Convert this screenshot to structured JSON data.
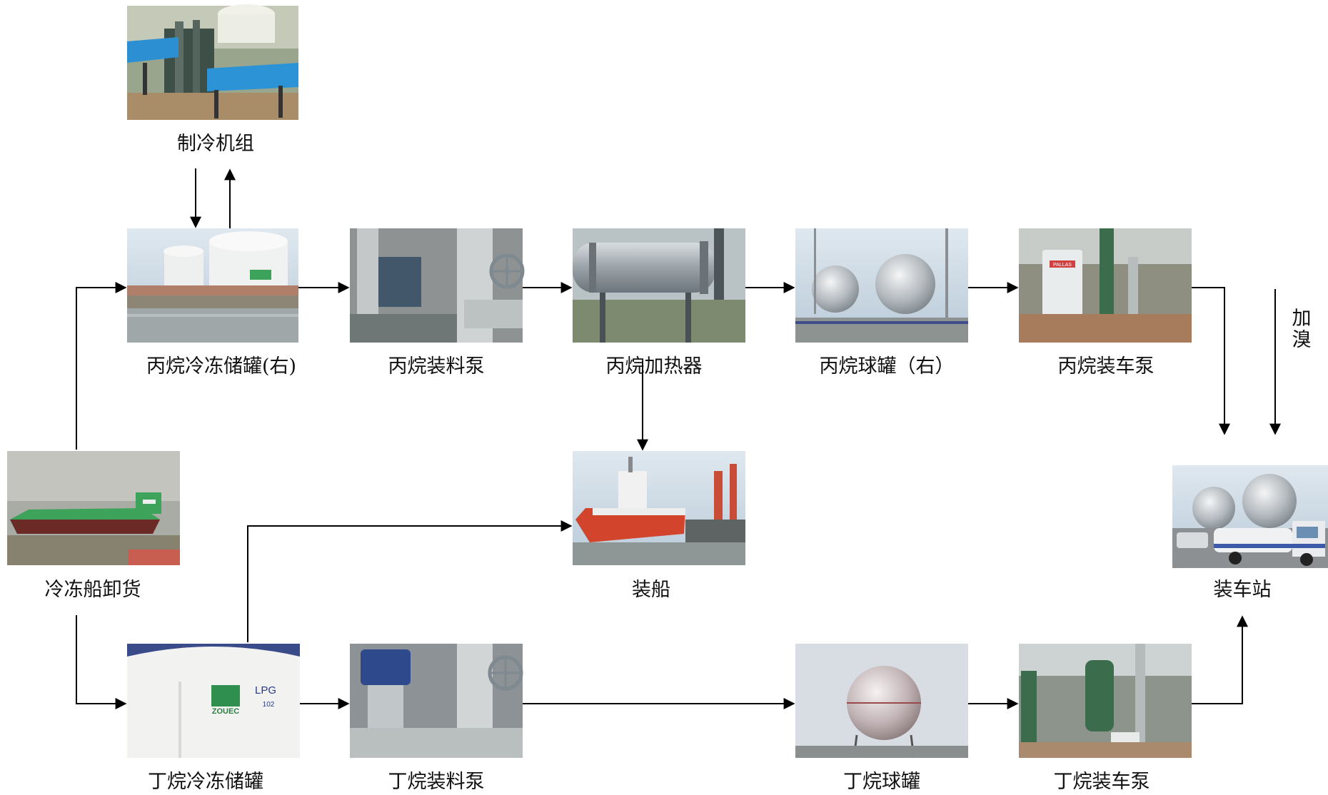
{
  "nodes": {
    "refrigeration_unit": "制冷机组",
    "propane_frozen_tank": "丙烷冷冻储罐(右)",
    "propane_loading_pump": "丙烷装料泵",
    "propane_heater": "丙烷加热器",
    "propane_sphere": "丙烷球罐（右）",
    "propane_truck_pump": "丙烷装车泵",
    "ship_unloading": "冷冻船卸货",
    "ship_loading": "装船",
    "truck_station": "装车站",
    "butane_frozen_tank": "丁烷冷冻储罐",
    "butane_loading_pump": "丁烷装料泵",
    "butane_sphere": "丁烷球罐",
    "butane_truck_pump": "丁烷装车泵"
  },
  "bromine_label": [
    "加",
    "溴"
  ],
  "photo_texts": {
    "pump_badge": "PALLAS",
    "tank_logo": "ZOUEC",
    "tank_lpg": "LPG",
    "tank_number": "102"
  },
  "colors": {
    "line": "#000000",
    "sky": "#c9d9e6",
    "steel": "#b8bec4",
    "tank_white": "#eef0ef",
    "hull_green": "#3ea35a",
    "hull_red": "#d2452c",
    "roof_blue": "#2f8fd0",
    "pipe_green": "#3b6d4d"
  }
}
